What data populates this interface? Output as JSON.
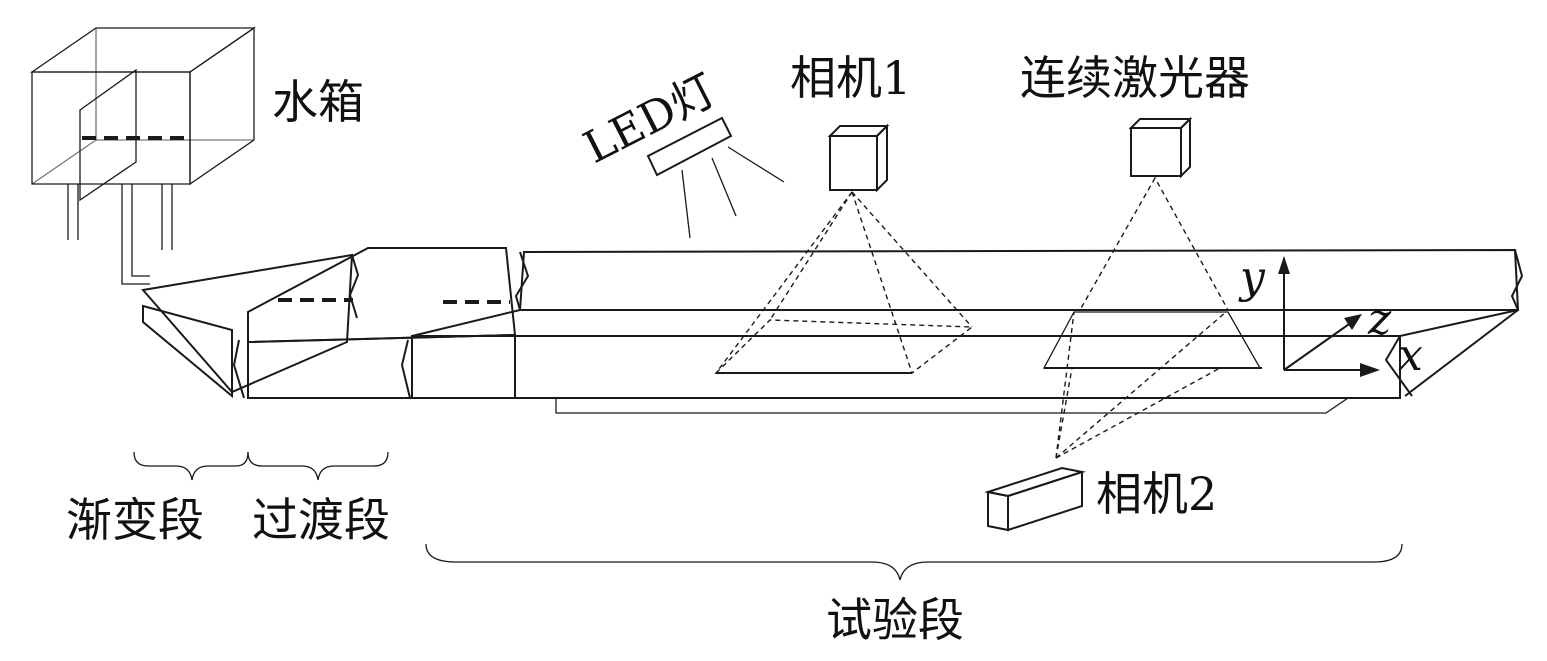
{
  "labels": {
    "water_tank": "水箱",
    "led_light": "LED灯",
    "camera1": "相机1",
    "laser": "连续激光器",
    "camera2": "相机2",
    "gradual_section": "渐变段",
    "transition_section": "过渡段",
    "test_section": "试验段"
  },
  "axes": {
    "y": "y",
    "z": "z",
    "x": "x"
  },
  "colors": {
    "stroke": "#1a1a1a",
    "gray_fill": "#b5b5b5",
    "light_fill": "#e4e4e4",
    "speckle_bg": "#efefef"
  }
}
